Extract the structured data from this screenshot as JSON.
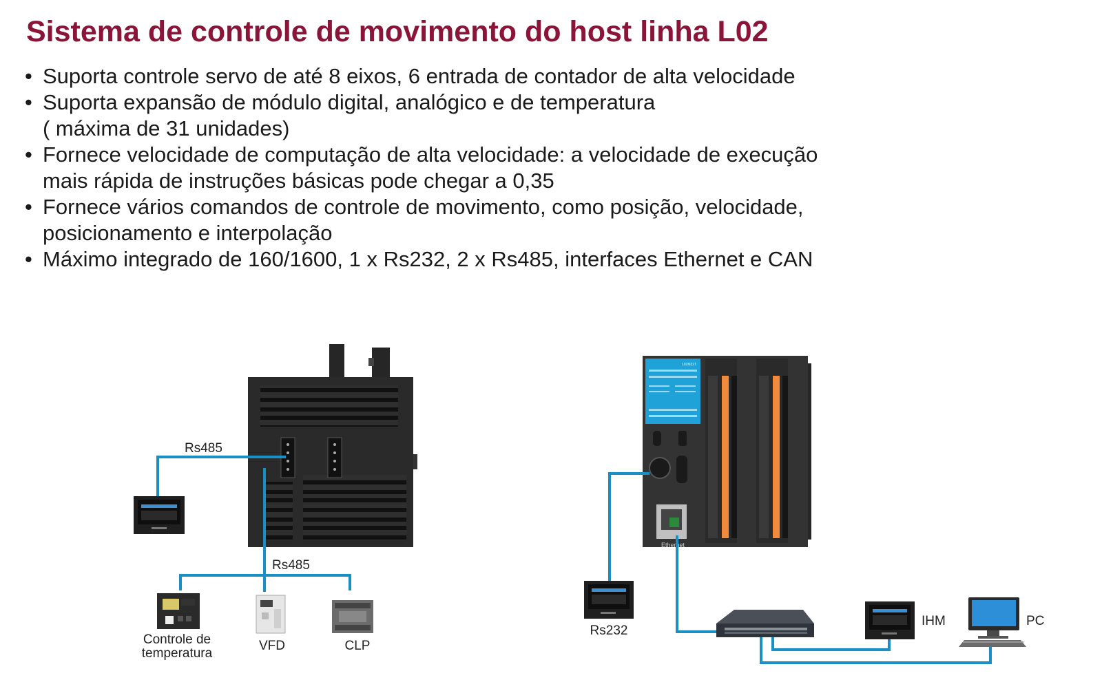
{
  "title": "Sistema de controle de movimento do host linha L02",
  "bullets": [
    "Suporta controle servo de até 8 eixos, 6 entrada de contador de alta velocidade",
    "Suporta expansão de módulo digital, analógico e de temperatura\n( máxima de 31 unidades)",
    "Fornece velocidade de computação de alta velocidade: a velocidade de execução\nmais rápida de instruções básicas pode chegar a 0,35",
    "Fornece vários comandos de controle de movimento, como posição, velocidade,\nposicionamento e interpolação",
    "Máximo integrado de 160/1600, 1 x Rs232, 2 x Rs485, interfaces Ethernet e CAN"
  ],
  "left_diagram": {
    "rs485_top": "Rs485",
    "rs485_bottom": "Rs485",
    "temp_controller_line1": "Controle de",
    "temp_controller_line2": "temperatura",
    "vfd": "VFD",
    "plc": "CLP"
  },
  "right_diagram": {
    "rs232": "Rs232",
    "ethernet_port": "Ethernet",
    "hmi": "IHM",
    "pc": "PC",
    "plc_model": "L02M32T"
  },
  "colors": {
    "title": "#8a1538",
    "connection_line": "#1a8fc4",
    "device_body": "#2b2b2b",
    "io_terminal": "#f08a3c",
    "status_panel": "#1ea2d8"
  }
}
